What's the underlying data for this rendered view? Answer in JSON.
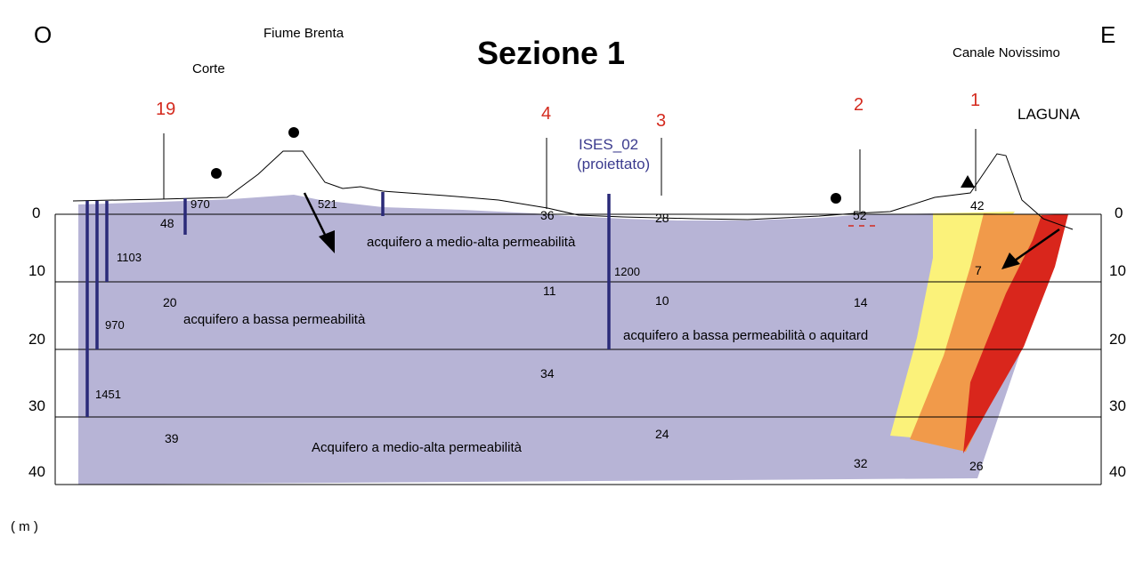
{
  "title": "Sezione 1",
  "orientation": {
    "west": "O",
    "east": "E"
  },
  "unit_label": "( m )",
  "places": {
    "fiume": "Fiume Brenta",
    "corte": "Corte",
    "canale": "Canale Novissimo",
    "laguna": "LAGUNA"
  },
  "projected_well": {
    "name": "ISES_02",
    "note": "(proiettato)"
  },
  "section_points": {
    "p19": "19",
    "p4": "4",
    "p3": "3",
    "p2": "2",
    "p1": "1"
  },
  "depth_ticks": {
    "t0": "0",
    "t10": "10",
    "t20": "20",
    "t30": "30",
    "t40": "40"
  },
  "well_depths": {
    "w970a": "970",
    "w521": "521",
    "w1103": "1103",
    "w970b": "970",
    "w1451": "1451",
    "w1200": "1200"
  },
  "values": {
    "v48": "48",
    "v36": "36",
    "v28": "28",
    "v52": "52",
    "v42": "42",
    "v7": "7",
    "v20": "20",
    "v11": "11",
    "v10": "10",
    "v14": "14",
    "v34": "34",
    "v39": "39",
    "v24": "24",
    "v32": "32",
    "v26": "26"
  },
  "aquifers": {
    "upper": "acquifero a medio-alta permeabilità",
    "low": "acquifero a bassa permeabilità",
    "aquitard": "acquifero a bassa permeabilità o aquitard",
    "deep": "Acquifero a medio-alta permeabilità"
  },
  "colors": {
    "aquifer_fill": "#b7b4d6",
    "well": "#2a2a78",
    "red_label": "#d42a1e",
    "blue_label": "#3b3b8e",
    "wedge_yellow": "#fbf27a",
    "wedge_orange": "#f19a4a",
    "wedge_red": "#d9261c"
  }
}
